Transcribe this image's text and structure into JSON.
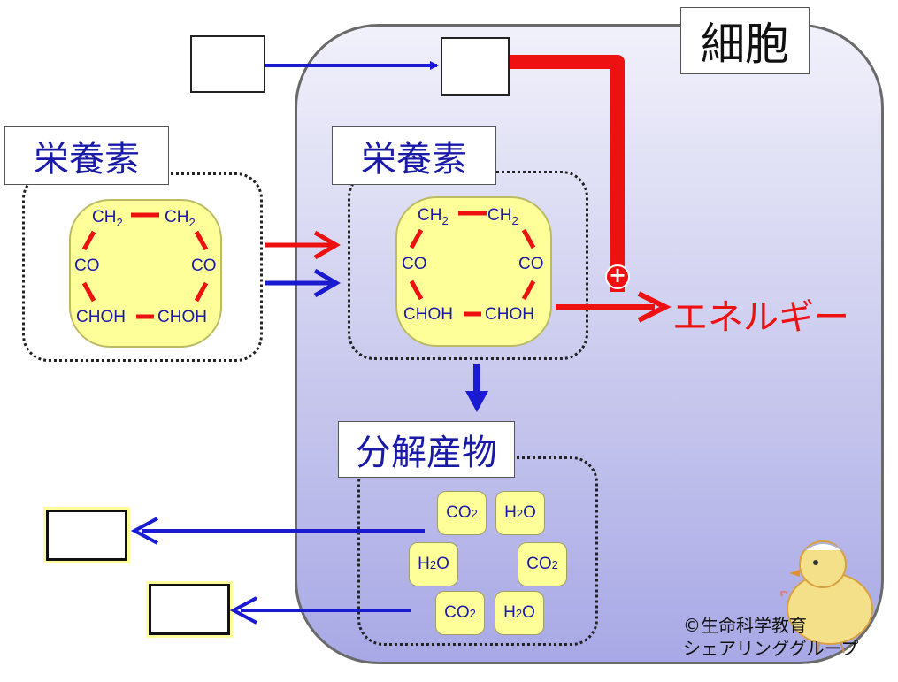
{
  "cell_label": "細胞",
  "nutrient_label": "栄養素",
  "products_label": "分解産物",
  "energy_label": "エネルギー",
  "plus_sign": "+",
  "molecule": {
    "top_left": "CH",
    "top_right": "CH",
    "sub_2": "2",
    "left": "CO",
    "right": "CO",
    "bottom_left": "CHOH",
    "bottom_right": "CHOH"
  },
  "products": {
    "co2_main": "CO",
    "h2o_h": "H",
    "h2o_o": "O",
    "sub_2": "2"
  },
  "credit": {
    "line1": "©生命科学教育",
    "line2": "シェアリンググループ"
  },
  "colors": {
    "blue_arrow": "#1a1ad0",
    "red_arrow": "#ee1111",
    "label_text": "#1a1aa8"
  }
}
